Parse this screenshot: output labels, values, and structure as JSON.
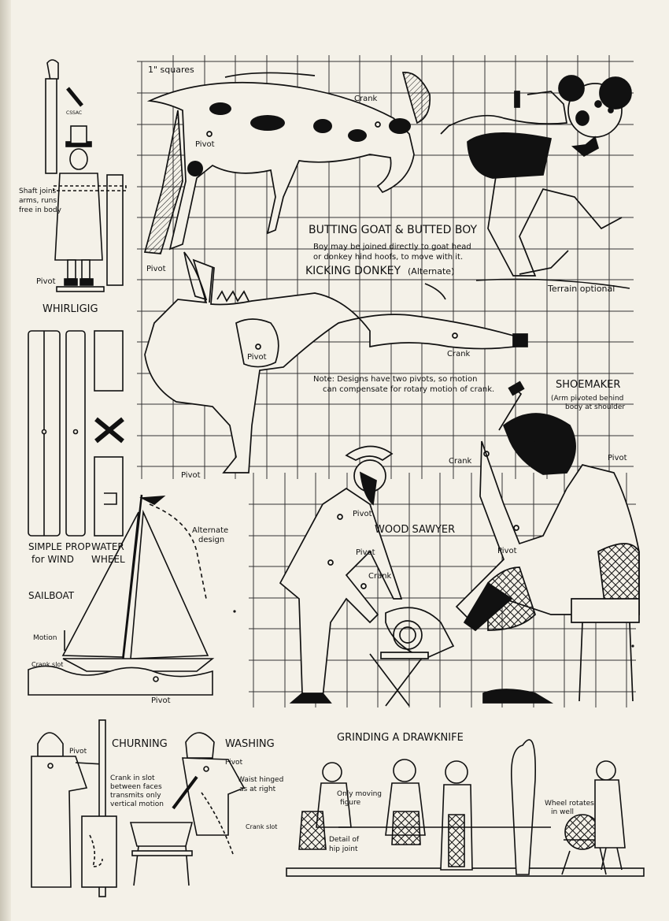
{
  "grid": {
    "scale_label": "1\" squares"
  },
  "whirligig": {
    "title": "WHIRLIGIG",
    "shaft_note_1": "Shaft joins",
    "shaft_note_2": "arms, runs",
    "shaft_note_3": "free in body",
    "pivot": "Pivot",
    "cross_label": "CSSAC"
  },
  "goat": {
    "title": "BUTTING GOAT & BUTTED BOY",
    "note_1": "Boy may be joined directly to goat head",
    "note_2": "or donkey hind hoofs, to move with it.",
    "crank": "Crank",
    "pivot_1": "Pivot",
    "pivot_2": "Pivot",
    "terrain": "Terrain optional"
  },
  "donkey": {
    "title": "KICKING DONKEY",
    "alternate": "(Alternate)",
    "pivot": "Pivot",
    "pivot_base": "Pivot",
    "crank": "Crank",
    "note_1": "Note: Designs have two pivots, so motion",
    "note_2": "can compensate for rotary motion of crank."
  },
  "shoemaker": {
    "title": "SHOEMAKER",
    "note_1": "(Arm pivoted behind",
    "note_2": "body at shoulder",
    "crank": "Crank",
    "pivot_1": "Pivot",
    "pivot_2": "Pivot"
  },
  "wood_sawyer": {
    "title": "WOOD SAWYER",
    "pivot_1": "Pivot",
    "pivot_2": "Pivot",
    "crank": "Crank"
  },
  "props": {
    "simple_prop": "SIMPLE PROP",
    "for_wind": "for WIND",
    "water": "WATER",
    "wheel": "WHEEL"
  },
  "sailboat": {
    "title": "SAILBOAT",
    "alt_1": "Alternate",
    "alt_2": "design",
    "motion": "Motion",
    "crank_slot": "Crank slot",
    "pivot": "Pivot"
  },
  "churning": {
    "title": "CHURNING",
    "pivot": "Pivot",
    "note_1": "Crank in slot",
    "note_2": "between faces",
    "note_3": "transmits only",
    "note_4": "vertical motion"
  },
  "washing": {
    "title": "WASHING",
    "pivot": "Pivot",
    "waist_1": "Waist hinged",
    "waist_2": "as at right",
    "crank_slot": "Crank slot"
  },
  "drawknife": {
    "title": "GRINDING A DRAWKNIFE",
    "only_1": "Only moving",
    "only_2": "figure",
    "detail_1": "Detail of",
    "detail_2": "hip joint",
    "wheel_1": "Wheel rotates",
    "wheel_2": "in well"
  }
}
